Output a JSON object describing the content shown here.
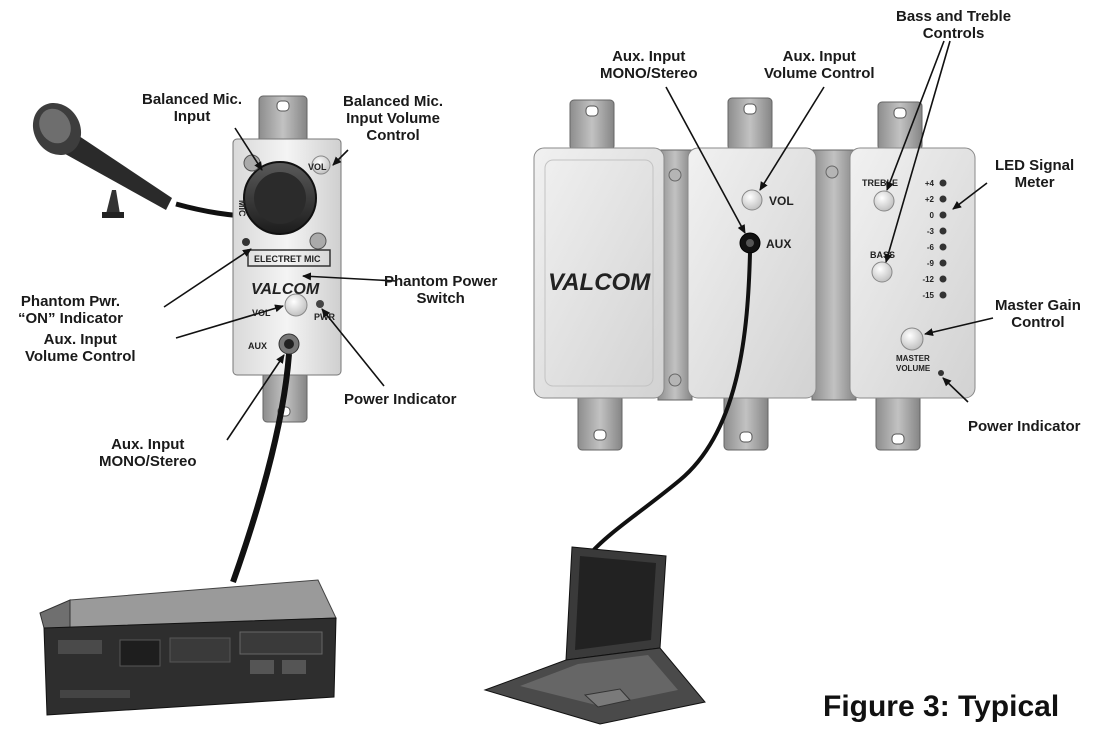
{
  "figure_title": "Figure 3:  Typical",
  "device_labels": {
    "brand_small": "VALCOM",
    "mic": "MIC",
    "electret_mic": "ELECTRET MIC",
    "vol": "VOL",
    "pwr": "PWR",
    "aux": "AUX",
    "brand_large": "VALCOM",
    "treble": "TREBLE",
    "bass": "BASS",
    "master_volume": [
      "MASTER",
      "VOLUME"
    ],
    "meter_scale": [
      "+4",
      "+2",
      "0",
      "-3",
      "-6",
      "-9",
      "-12",
      "-15"
    ]
  },
  "callouts": {
    "balanced_mic_input": [
      "Balanced Mic.",
      "Input"
    ],
    "balanced_mic_input_volume": [
      "Balanced Mic.",
      "Input Volume",
      "Control"
    ],
    "phantom_pwr_on_indicator": [
      "Phantom Pwr.",
      "“ON” Indicator"
    ],
    "phantom_power_switch": [
      "Phantom Power",
      "Switch"
    ],
    "aux_input_volume_left": [
      "Aux. Input",
      "Volume Control"
    ],
    "power_indicator_left": [
      "Power Indicator"
    ],
    "aux_input_mono_left": [
      "Aux. Input",
      "MONO/Stereo"
    ],
    "aux_input_mono_right": [
      "Aux. Input",
      "MONO/Stereo"
    ],
    "aux_input_volume_right": [
      "Aux. Input",
      "Volume Control"
    ],
    "bass_treble_controls": [
      "Bass and Treble",
      "Controls"
    ],
    "led_signal_meter": [
      "LED Signal",
      "Meter"
    ],
    "master_gain_control": [
      "Master Gain",
      "Control"
    ],
    "power_indicator_right": [
      "Power Indicator"
    ]
  }
}
